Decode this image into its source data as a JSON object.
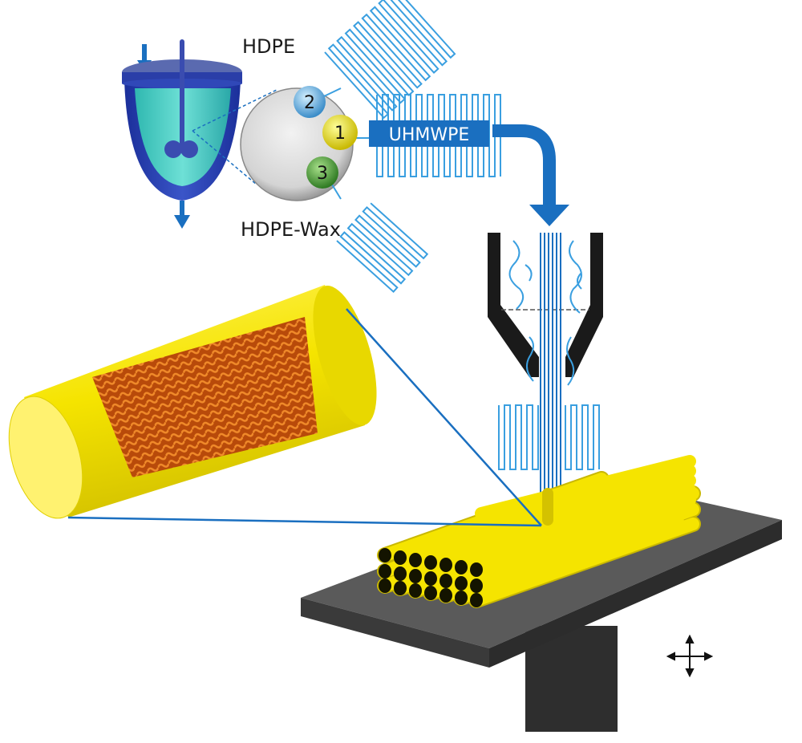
{
  "labels": {
    "hdpe": "HDPE",
    "hdpe_wax": "HDPE-Wax",
    "uhmwpe": "UHMWPE"
  },
  "catalyst_sites": [
    {
      "number": "1",
      "color": "#f2e600"
    },
    {
      "number": "2",
      "color": "#6fc0ec"
    },
    {
      "number": "3",
      "color": "#4aa63a"
    }
  ],
  "colors": {
    "accent_blue": "#1a6fc0",
    "chain_blue": "#3a9fe0",
    "fiber_yellow": "#f5e400",
    "platform_gray": "#4a4a4a"
  }
}
